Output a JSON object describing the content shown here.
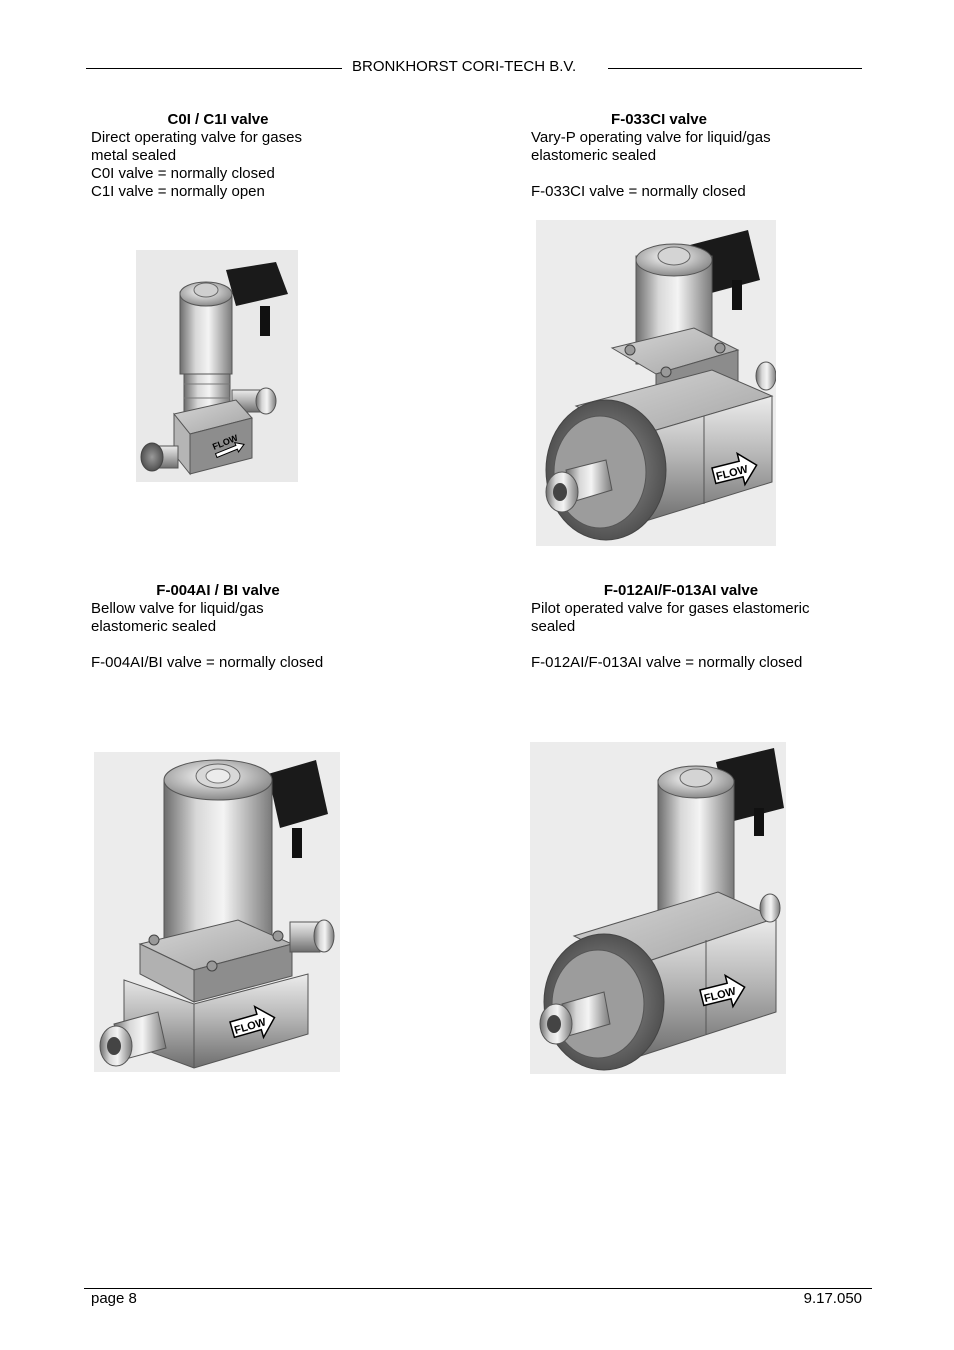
{
  "header": {
    "company": "BRONKHORST CORI-TECH B.V."
  },
  "valves": [
    {
      "title": "C0I / C1I valve",
      "lines": [
        "Direct operating valve for gases",
        "metal sealed",
        "C0I valve = normally closed",
        "C1I valve = normally open"
      ]
    },
    {
      "title": "F-033CI valve",
      "lines": [
        "Vary-P operating valve for liquid/gas",
        "elastomeric sealed",
        "",
        "F-033CI valve = normally closed"
      ]
    },
    {
      "title": "F-004AI / BI valve",
      "lines": [
        "Bellow valve for liquid/gas",
        "elastomeric sealed",
        "",
        "F-004AI/BI valve = normally closed"
      ]
    },
    {
      "title": "F-012AI/F-013AI valve",
      "lines": [
        "Pilot operated valve for gases elastomeric",
        "sealed",
        "",
        "F-012AI/F-013AI valve = normally closed"
      ]
    }
  ],
  "flow_label": "FLOW",
  "footer": {
    "page": "page 8",
    "doc_number": "9.17.050"
  }
}
